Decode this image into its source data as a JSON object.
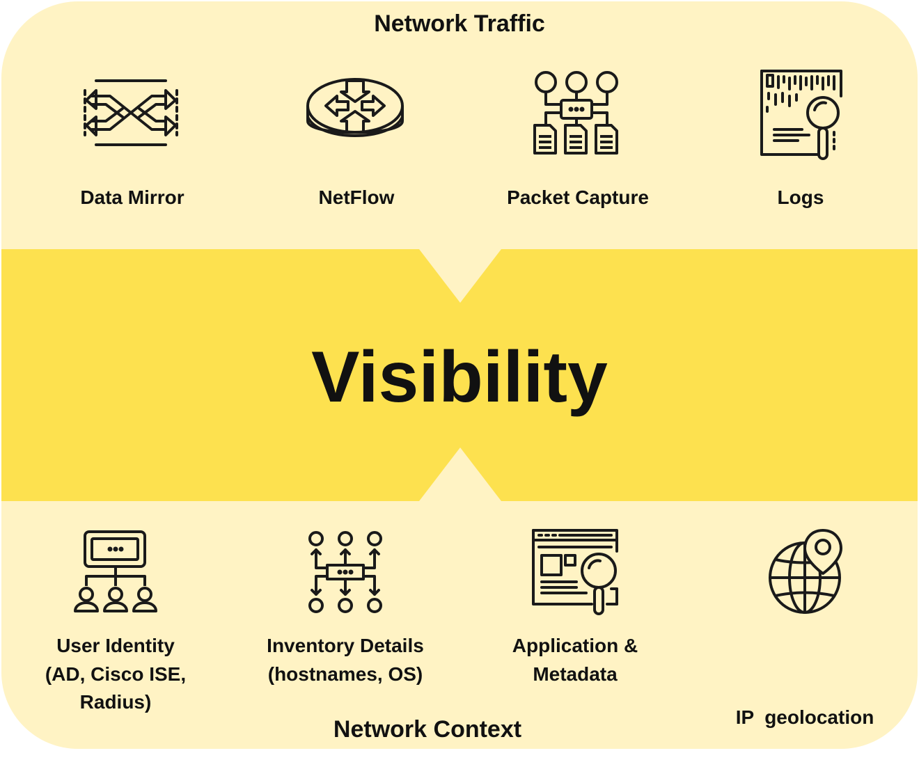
{
  "diagram": {
    "top_section": {
      "title": "Network Traffic"
    },
    "center": {
      "title": "Visibility"
    },
    "bottom_section": {
      "title": "Network Context"
    },
    "traffic_sources": [
      {
        "label": "Data Mirror",
        "icon": "data-mirror-icon"
      },
      {
        "label": "NetFlow",
        "icon": "router-icon"
      },
      {
        "label": "Packet Capture",
        "icon": "packet-capture-icon"
      },
      {
        "label": "Logs",
        "icon": "logs-search-icon"
      }
    ],
    "context_sources": [
      {
        "line1": "User Identity",
        "line2": "(AD, Cisco ISE,",
        "line3": "Radius)",
        "icon": "user-identity-icon"
      },
      {
        "line1": "Inventory Details",
        "line2": "(hostnames, OS)",
        "icon": "inventory-network-icon"
      },
      {
        "line1": "Application &",
        "line2": "Metadata",
        "icon": "application-search-icon"
      },
      {
        "line1": "IP  geolocation",
        "icon": "globe-pin-icon"
      }
    ],
    "colors": {
      "light_panel": "#FFF3C4",
      "band": "#FDE14F",
      "ink": "#111111"
    }
  }
}
